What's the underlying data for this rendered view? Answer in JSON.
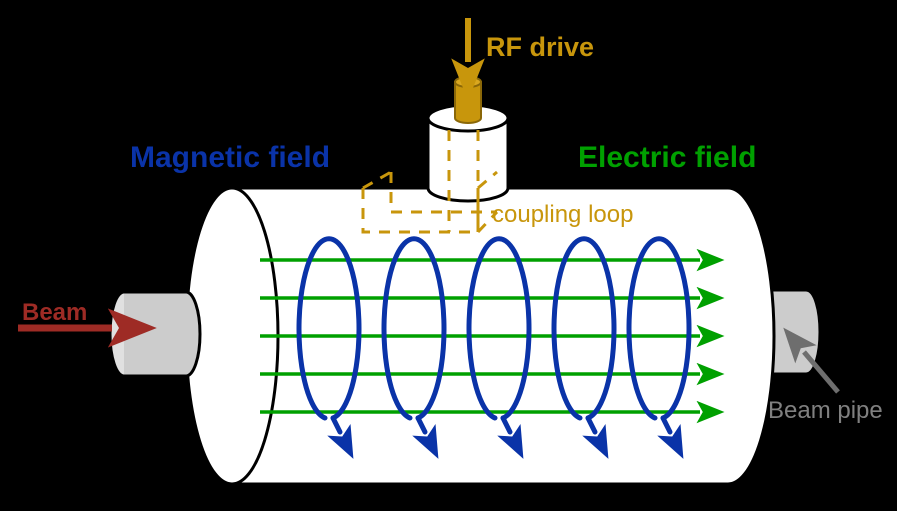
{
  "diagram": {
    "title": "RF accelerating cavity with fields",
    "background_color": "#000000",
    "labels": {
      "magnetic_field": "Magnetic field",
      "electric_field": "Electric field",
      "rf_drive": "RF drive",
      "coupling_loop": "coupling loop",
      "beam": "Beam",
      "beam_pipe": "Beam pipe"
    },
    "colors": {
      "magnetic_field": "#0A33A8",
      "electric_field": "#00A000",
      "rf_drive": "#C8960C",
      "coupling_loop": "#C8960C",
      "beam": "#9E2B25",
      "beam_pipe": "#808080",
      "cavity_body": "#FFFFFF",
      "cavity_outline": "#000000",
      "pipe_fill": "#CCCCCC",
      "inner_conductor": "#C8960C"
    },
    "icons": {
      "rf_drive_arrow": "down-arrow-icon",
      "beam_arrow": "right-arrow-icon",
      "beam_pipe_pointer": "pointer-arrow-icon"
    },
    "counts": {
      "magnetic_loops": 5,
      "electric_field_lines": 5
    }
  }
}
